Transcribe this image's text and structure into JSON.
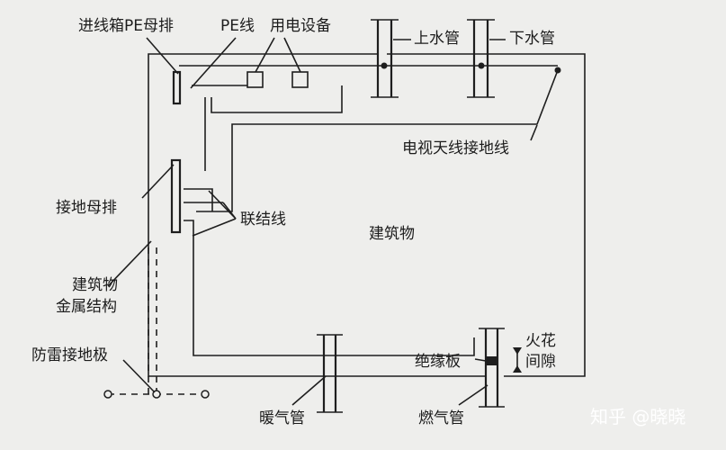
{
  "labels": {
    "pe_busbar_box": "进线箱PE母排",
    "pe_line": "PE线",
    "equipment": "用电设备",
    "water_up": "上水管",
    "water_down": "下水管",
    "tv_ground": "电视天线接地线",
    "ground_busbar": "接地母排",
    "bonding_line": "联结线",
    "building": "建筑物",
    "metal_structure_1": "建筑物",
    "metal_structure_2": "金属结构",
    "lightning_electrode": "防雷接地极",
    "spark_gap_1": "火花",
    "spark_gap_2": "间隙",
    "insulating_plate": "绝缘板",
    "heating_pipe": "暖气管",
    "gas_pipe": "燃气管"
  },
  "watermark": "知乎 @晓晓",
  "colors": {
    "background": "#eeeeec",
    "line": "#1e1e1e",
    "watermark": "#ffffff"
  }
}
